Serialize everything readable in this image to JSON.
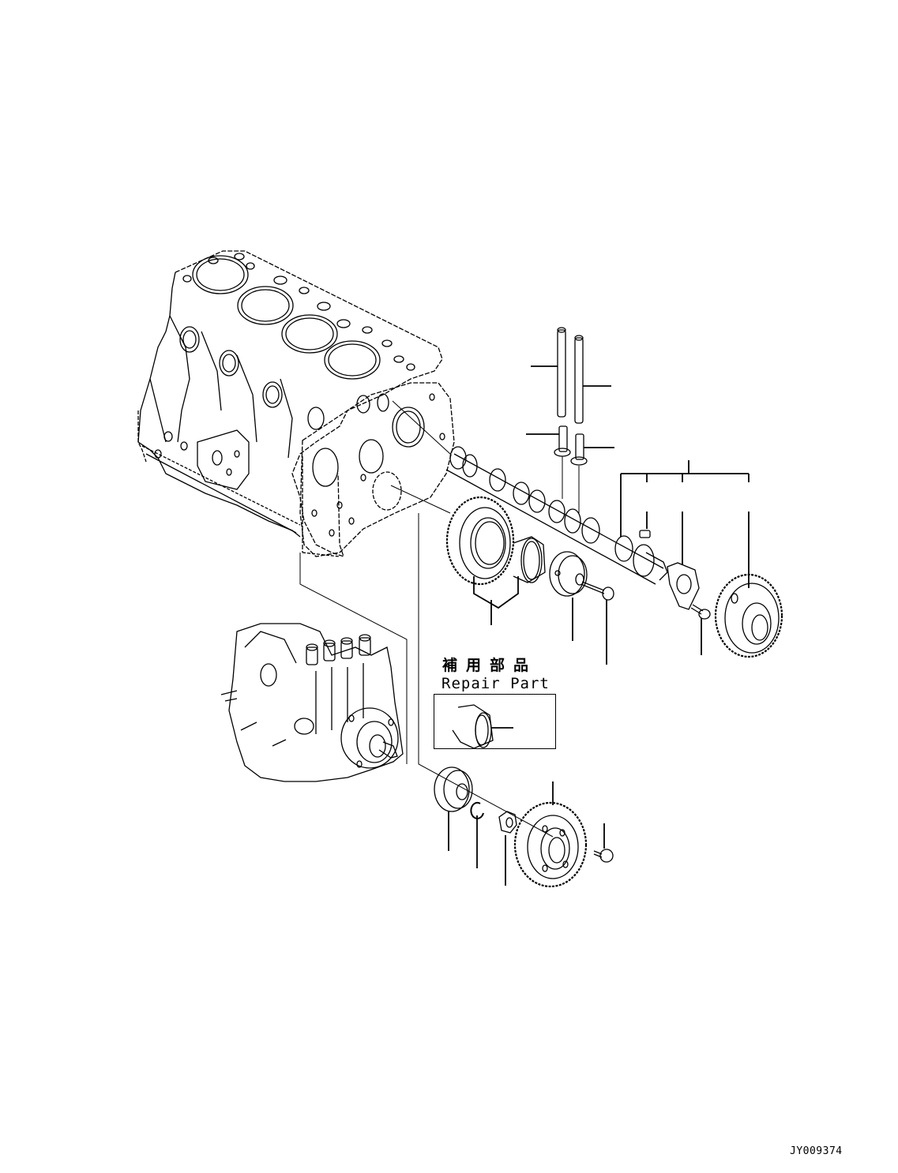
{
  "diagram": {
    "type": "exploded-parts-diagram",
    "subject": "Engine camshaft, gears and fuel injection pump drive",
    "figure_id": "JY009374",
    "repair_part": {
      "title_jp": "補用部品",
      "title_en": "Repair Part",
      "item": "camshaft bushing"
    },
    "components": [
      {
        "name": "cylinder-block",
        "label": ""
      },
      {
        "name": "fuel-injection-pump",
        "label": ""
      },
      {
        "name": "push-rod-1",
        "label": ""
      },
      {
        "name": "push-rod-2",
        "label": ""
      },
      {
        "name": "tappet-1",
        "label": ""
      },
      {
        "name": "tappet-2",
        "label": ""
      },
      {
        "name": "camshaft",
        "label": ""
      },
      {
        "name": "woodruff-key",
        "label": ""
      },
      {
        "name": "thrust-plate",
        "label": ""
      },
      {
        "name": "cam-gear",
        "label": ""
      },
      {
        "name": "idle-gear",
        "label": ""
      },
      {
        "name": "idle-gear-bushing",
        "label": ""
      },
      {
        "name": "idle-gear-shaft",
        "label": ""
      },
      {
        "name": "idle-shaft-bolt",
        "label": ""
      },
      {
        "name": "thrust-plate-bolt",
        "label": ""
      },
      {
        "name": "pump-flange",
        "label": ""
      },
      {
        "name": "snap-ring",
        "label": ""
      },
      {
        "name": "nut",
        "label": ""
      },
      {
        "name": "pump-drive-gear",
        "label": ""
      },
      {
        "name": "gear-bolt",
        "label": ""
      }
    ]
  }
}
